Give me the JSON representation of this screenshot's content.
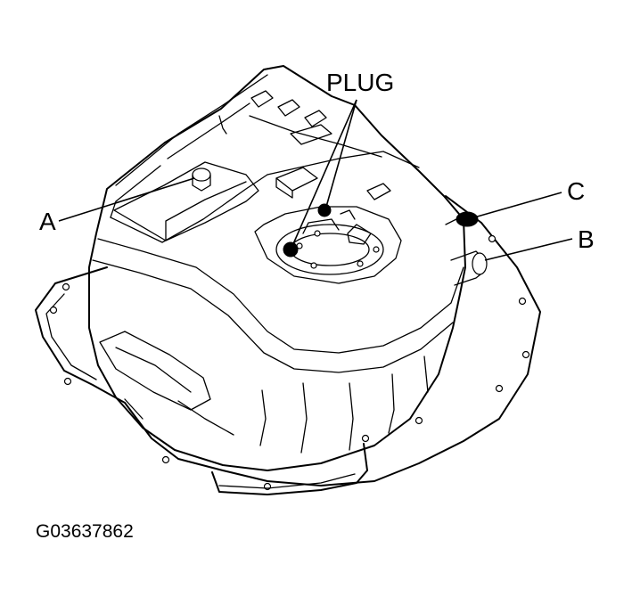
{
  "callouts": {
    "plug": "PLUG",
    "a": "A",
    "b": "B",
    "c": "C"
  },
  "figure_id": "G03637862"
}
